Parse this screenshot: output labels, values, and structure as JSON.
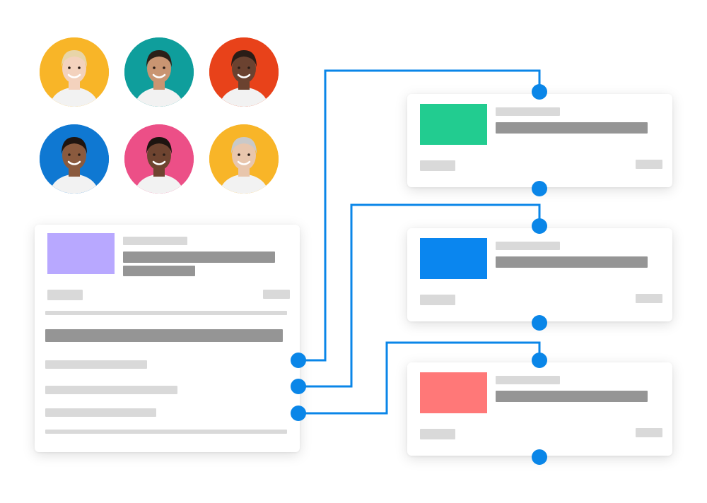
{
  "colors": {
    "connector": "#0a86e8",
    "card_bg": "#ffffff",
    "placeholder_light": "#d9d9d9",
    "placeholder_dark": "#959595"
  },
  "avatars": [
    {
      "name": "avatar-1",
      "bg": "#f8b528",
      "skin": "#f3d2bd",
      "hair": "#e8d5a8"
    },
    {
      "name": "avatar-2",
      "bg": "#0f9e9c",
      "skin": "#c99572",
      "hair": "#2b2018"
    },
    {
      "name": "avatar-3",
      "bg": "#e8421a",
      "skin": "#6b4230",
      "hair": "#2a1d17"
    },
    {
      "name": "avatar-4",
      "bg": "#0f78d2",
      "skin": "#8a5a3e",
      "hair": "#1f1510"
    },
    {
      "name": "avatar-5",
      "bg": "#ec4f87",
      "skin": "#6e4430",
      "hair": "#1d1410"
    },
    {
      "name": "avatar-6",
      "bg": "#f8b528",
      "skin": "#e8c6ad",
      "hair": "#c9c9c9"
    }
  ],
  "source_card": {
    "thumbnail_color": "#b8a8ff"
  },
  "target_cards": [
    {
      "thumbnail_color": "#22cc90"
    },
    {
      "thumbnail_color": "#0a86ef"
    },
    {
      "thumbnail_color": "#ff7878"
    }
  ]
}
